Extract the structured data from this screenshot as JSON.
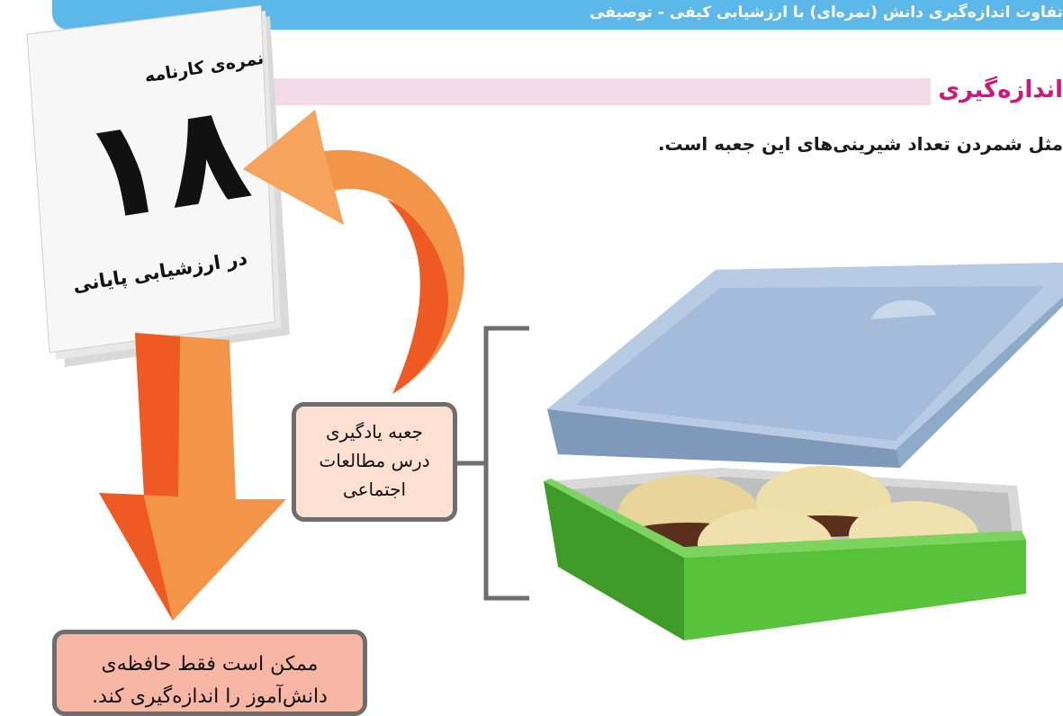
{
  "header": {
    "banner_text": "تفاوت اندازه‌گیری دانش (نمره‌ای) با ارزشیابی کیفی - توصیفی"
  },
  "section": {
    "title": "اندازه‌گیری",
    "example_text": "مثل شمردن تعداد شیرینی‌های این جعبه است."
  },
  "report_card": {
    "title": "نمره‌ی کارنامه",
    "grade": "۱۸",
    "footer": "در ارزشیابی پایانی"
  },
  "callouts": {
    "learning_box_lines": [
      "جعبه‌ یادگیری",
      "درس مطالعات",
      "اجتماعی"
    ],
    "memory_lines": [
      "ممکن است فقط حافظه‌ی",
      "دانش‌آموز را اندازه‌گیری کند."
    ]
  },
  "colors": {
    "banner": "#5bb8e8",
    "section_title": "#d0177d",
    "section_bar": "#f4d9e6",
    "arrow_orange": "#f39548",
    "arrow_dark_orange": "#ef5a24",
    "box_green": "#4cb233",
    "lid_blue": "#a9c0dc",
    "callout_light": "#fde0d2",
    "callout_salmon": "#f8b7a4"
  }
}
